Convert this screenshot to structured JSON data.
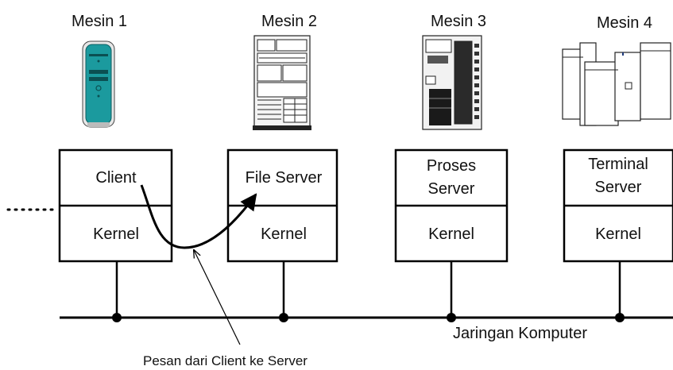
{
  "machines": [
    {
      "title": "Mesin 1",
      "process": [
        "Client"
      ],
      "kernel": "Kernel",
      "icon": "desktop-tower-icon"
    },
    {
      "title": "Mesin 2",
      "process": [
        "File Server"
      ],
      "kernel": "Kernel",
      "icon": "file-server-rack-icon"
    },
    {
      "title": "Mesin 3",
      "process": [
        "Proses",
        "Server"
      ],
      "kernel": "Kernel",
      "icon": "server-cabinet-icon"
    },
    {
      "title": "Mesin 4",
      "process": [
        "Terminal",
        "Server"
      ],
      "kernel": "Kernel",
      "icon": "mainframe-cluster-icon"
    }
  ],
  "network_label": "Jaringan Komputer",
  "message_label": "Pesan dari Client ke Server",
  "colors": {
    "desktop_teal": "#1b9a9e",
    "line": "#000000"
  }
}
